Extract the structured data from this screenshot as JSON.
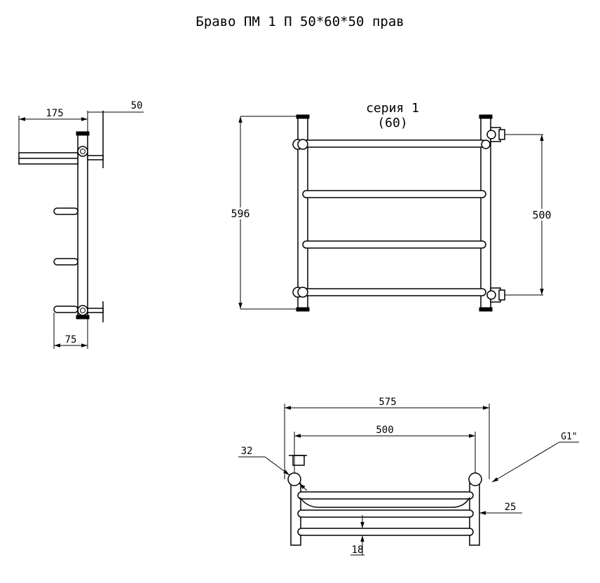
{
  "title": "Браво ПМ 1 П 50*60*50 прав",
  "series": {
    "line1": "серия 1",
    "line2": "(60)"
  },
  "side_view": {
    "dim_top_left": "175",
    "dim_top_right": "50",
    "dim_bottom": "75"
  },
  "front_view": {
    "dim_height": "596",
    "dim_center": "500"
  },
  "top_view": {
    "dim_width": "575",
    "dim_center": "500",
    "dim_pipe": "32",
    "thread": "G1\"",
    "dim_offset": "25",
    "dim_rung": "18"
  },
  "colors": {
    "stroke": "#000000",
    "background": "#ffffff"
  }
}
